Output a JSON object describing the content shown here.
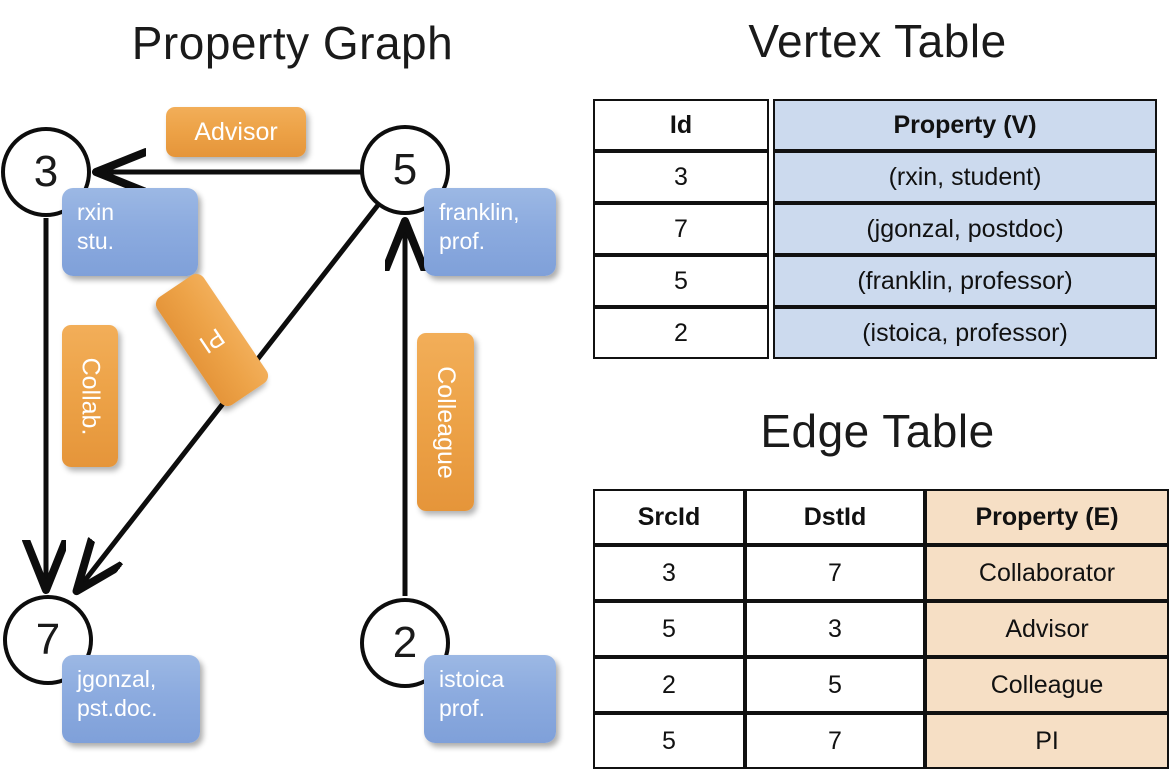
{
  "titles": {
    "property_graph": "Property Graph",
    "vertex_table": "Vertex Table",
    "edge_table": "Edge Table"
  },
  "graph": {
    "nodes": [
      {
        "id": "3",
        "label": "3",
        "property_lines": [
          "rxin",
          "stu."
        ]
      },
      {
        "id": "5",
        "label": "5",
        "property_lines": [
          "franklin,",
          "prof."
        ]
      },
      {
        "id": "7",
        "label": "7",
        "property_lines": [
          "jgonzal,",
          "pst.doc."
        ]
      },
      {
        "id": "2",
        "label": "2",
        "property_lines": [
          "istoica",
          "prof."
        ]
      }
    ],
    "edge_labels": [
      {
        "name": "advisor",
        "text": "Advisor",
        "orientation": "horizontal"
      },
      {
        "name": "collab",
        "text": "Collab.",
        "orientation": "vertical"
      },
      {
        "name": "pi",
        "text": "PI",
        "orientation": "diagonal"
      },
      {
        "name": "colleague",
        "text": "Colleague",
        "orientation": "vertical"
      }
    ],
    "edges": [
      {
        "src": "5",
        "dst": "3",
        "label": "Advisor"
      },
      {
        "src": "3",
        "dst": "7",
        "label": "Collab."
      },
      {
        "src": "5",
        "dst": "7",
        "label": "PI"
      },
      {
        "src": "2",
        "dst": "5",
        "label": "Colleague"
      }
    ]
  },
  "vertex_table": {
    "headers": [
      "Id",
      "Property (V)"
    ],
    "rows": [
      {
        "id": "3",
        "property": "(rxin, student)"
      },
      {
        "id": "7",
        "property": "(jgonzal, postdoc)"
      },
      {
        "id": "5",
        "property": "(franklin, professor)"
      },
      {
        "id": "2",
        "property": "(istoica, professor)"
      }
    ]
  },
  "edge_table": {
    "headers": [
      "SrcId",
      "DstId",
      "Property (E)"
    ],
    "rows": [
      {
        "src": "3",
        "dst": "7",
        "property": "Collaborator"
      },
      {
        "src": "5",
        "dst": "3",
        "property": "Advisor"
      },
      {
        "src": "2",
        "dst": "5",
        "property": "Colleague"
      },
      {
        "src": "5",
        "dst": "7",
        "property": "PI"
      }
    ]
  },
  "colors": {
    "vertex_property_fill": "#8cabdf",
    "edge_property_fill": "#eda348",
    "vertex_table_fill": "#ccdaee",
    "edge_table_fill": "#f6dfc5",
    "stroke": "#111111",
    "background": "#ffffff"
  }
}
